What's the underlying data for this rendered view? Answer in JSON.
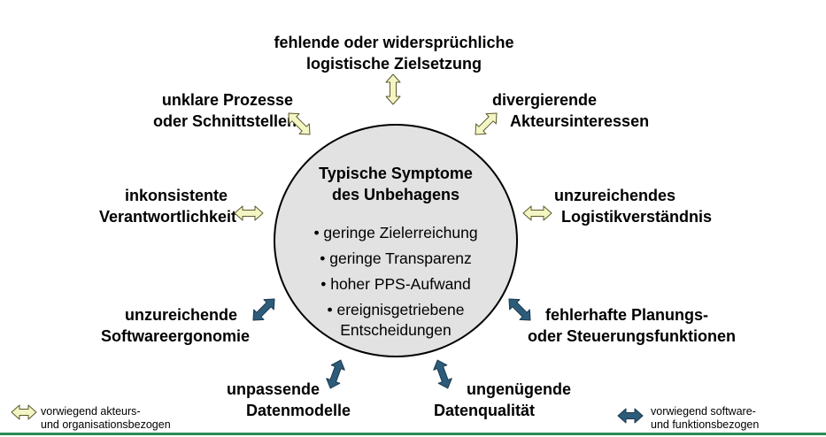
{
  "center": {
    "title_line1": "Typische Symptome",
    "title_line2": "des Unbehagens",
    "bullets": [
      "• geringe Zielerreichung",
      "• geringe Transparenz",
      "• hoher PPS-Aufwand",
      "• ereignisgetriebene"
    ],
    "bullet_continuation": "Entscheidungen"
  },
  "symptoms": {
    "top": {
      "line1": "fehlende oder widersprüchliche",
      "line2": "logistische Zielsetzung"
    },
    "upper_left": {
      "line1": "unklare Prozesse",
      "line2": "oder Schnittstellen"
    },
    "upper_right": {
      "line1": "divergierende",
      "line2": "Akteursinteressen"
    },
    "mid_left": {
      "line1": "inkonsistente",
      "line2": "Verantwortlichkeit"
    },
    "mid_right": {
      "line1": "unzureichendes",
      "line2": "Logistikverständnis"
    },
    "lower_left": {
      "line1": "unzureichende",
      "line2": "Softwareergonomie"
    },
    "lower_right": {
      "line1": "fehlerhafte Planungs-",
      "line2": "oder Steuerungsfunktionen"
    },
    "bottom_left": {
      "line1": "unpassende",
      "line2": "Datenmodelle"
    },
    "bottom_right": {
      "line1": "ungenügende",
      "line2": "Datenqualität"
    }
  },
  "legend": {
    "left": {
      "line1": "vorwiegend akteurs-",
      "line2": "und organisationsbezogen"
    },
    "right": {
      "line1": "vorwiegend software-",
      "line2": "und funktionsbezogen"
    }
  },
  "colors": {
    "actor_arrow_fill": "#f3f6c4",
    "software_arrow_fill": "#2d5c7a",
    "circle_fill": "#e2e2e2",
    "bottom_rule": "#2e8b57"
  }
}
